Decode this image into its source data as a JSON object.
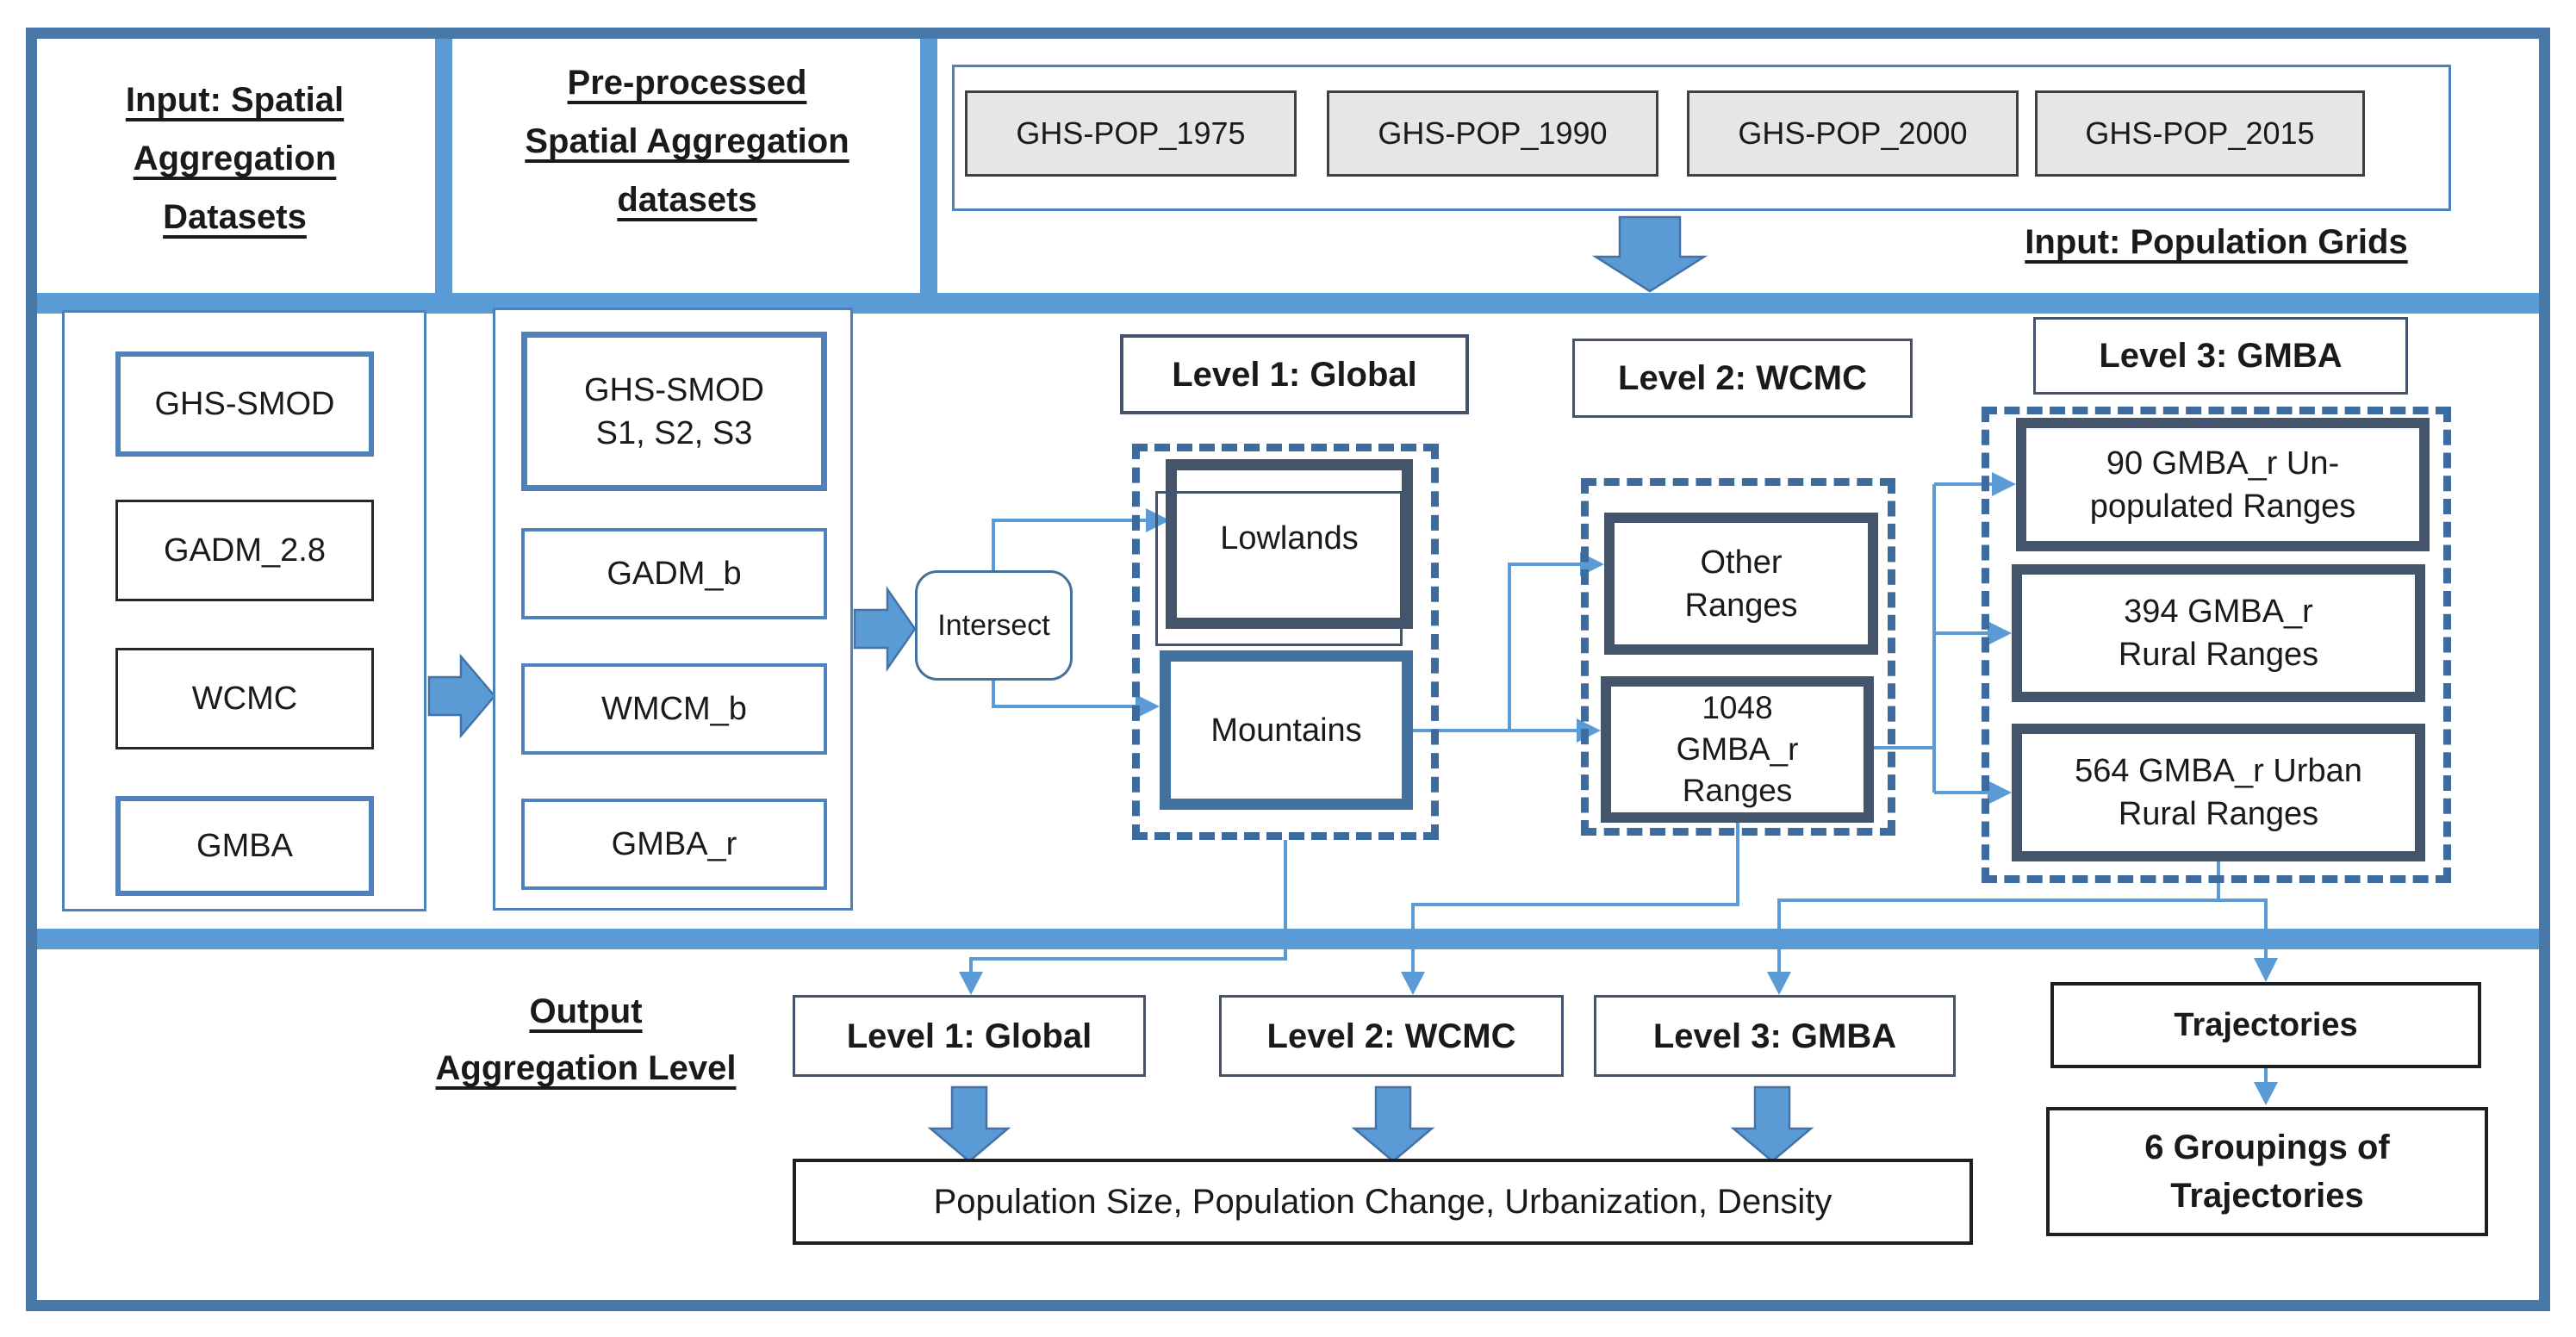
{
  "colors": {
    "frame_border": "#4878a8",
    "accent_blue": "#5b9bd5",
    "dark_slate": "#44546a",
    "steel_blue": "#41719c",
    "box_blue": "#4f81bd",
    "gray_fill": "#e7e6e6",
    "text": "#1a1a1a"
  },
  "top": {
    "input_spatial_lines": [
      "Input: Spatial",
      "Aggregation",
      "Datasets"
    ],
    "preprocessed_lines": [
      "Pre-processed",
      "Spatial Aggregation",
      "datasets"
    ],
    "population_grids": [
      "GHS-POP_1975",
      "GHS-POP_1990",
      "GHS-POP_2000",
      "GHS-POP_2015"
    ],
    "population_grids_label": "Input: Population Grids"
  },
  "middle": {
    "raw_datasets": [
      "GHS-SMOD",
      "GADM_2.8",
      "WCMC",
      "GMBA"
    ],
    "processed_box1_lines": [
      "GHS-SMOD",
      "S1, S2, S3"
    ],
    "processed_datasets": [
      "GADM_b",
      "WMCM_b",
      "GMBA_r"
    ],
    "intersect_label": "Intersect",
    "level1_label": "Level 1: Global",
    "lowlands_label": "Lowlands",
    "mountains_label": "Mountains",
    "level2_label": "Level 2: WCMC",
    "other_ranges_lines": [
      "Other",
      "Ranges"
    ],
    "gmba_ranges_lines": [
      "1048",
      "GMBA_r",
      "Ranges"
    ],
    "level3_label": "Level 3: GMBA",
    "unpopulated_lines": [
      "90 GMBA_r Un-",
      "populated Ranges"
    ],
    "rural_lines": [
      "394 GMBA_r",
      "Rural Ranges"
    ],
    "urban_rural_lines": [
      "564 GMBA_r Urban",
      "Rural Ranges"
    ]
  },
  "bottom": {
    "output_label_lines": [
      "Output",
      "Aggregation Level"
    ],
    "level1": "Level 1: Global",
    "level2": "Level 2: WCMC",
    "level3": "Level 3: GMBA",
    "metrics": "Population Size, Population Change, Urbanization, Density",
    "trajectories": "Trajectories",
    "groupings_lines": [
      "6  Groupings of",
      "Trajectories"
    ]
  }
}
